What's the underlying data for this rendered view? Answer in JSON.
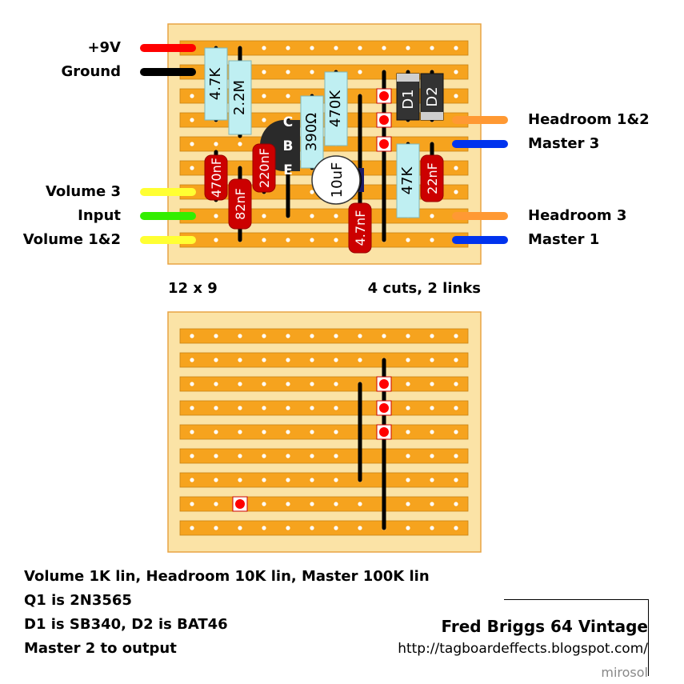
{
  "board_top": {
    "size_label": "12 x 9",
    "cuts_links_label": "4 cuts, 2 links",
    "left_labels": [
      "+9V",
      "Ground",
      "Volume 3",
      "Input",
      "Volume 1&2"
    ],
    "right_labels": [
      "Headroom 1&2",
      "Master 3",
      "Headroom 3",
      "Master 1"
    ],
    "components": {
      "r1": "4.7K",
      "r2": "2.2M",
      "r3": "390Ω",
      "r4": "470K",
      "r5": "47K",
      "c1": "470nF",
      "c2": "82nF",
      "c3": "220nF",
      "c4": "10uF",
      "c5": "4.7nF",
      "c6": "22nF",
      "d1": "D1",
      "d2": "D2",
      "q_c": "C",
      "q_b": "B",
      "q_e": "E"
    },
    "wire_colors": {
      "red": "#ff0000",
      "black": "#000000",
      "yellow": "#ffff33",
      "green": "#33ee00",
      "orange": "#ff9933",
      "blue": "#0033ee"
    }
  },
  "notes": [
    "Volume 1K lin, Headroom 10K lin, Master 100K lin",
    "Q1 is 2N3565",
    "D1 is SB340, D2 is BAT46",
    "Master 2 to output"
  ],
  "credit": {
    "title": "Fred Briggs 64 Vintage",
    "url": "http://tagboardeffects.blogspot.com/",
    "author": "mirosol"
  },
  "colors": {
    "board": "#fbe3a6",
    "strip": "#f6a31e",
    "resistor": "#bfeff2",
    "capacitor": "#cc0000",
    "cut": "#ff0000"
  }
}
